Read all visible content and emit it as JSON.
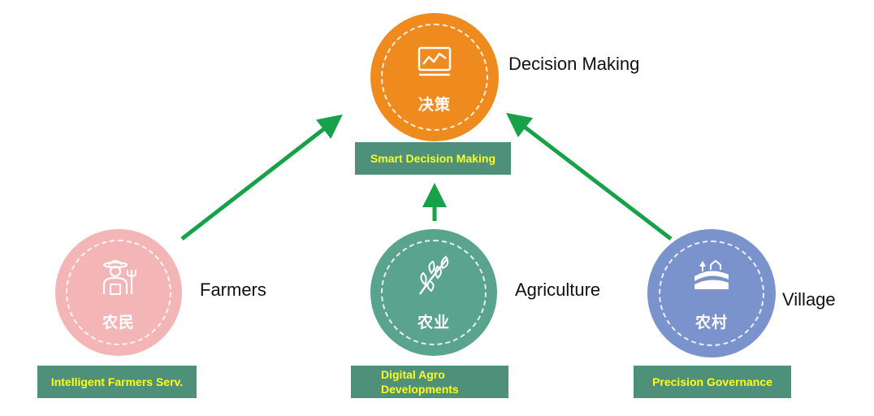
{
  "colors": {
    "decision": "#ef8a1e",
    "farmers": "#f4b5b7",
    "agriculture": "#5aa48d",
    "village": "#7b93cc",
    "arrow": "#17a24a",
    "box": "#4e9079",
    "box_text": "#ffff1a"
  },
  "nodes": {
    "decision": {
      "cn": "决策",
      "en": "Decision Making",
      "box": "Smart Decision Making",
      "icon": "chart-monitor-icon"
    },
    "farmers": {
      "cn": "农民",
      "en": "Farmers",
      "box": "Intelligent Farmers Serv.",
      "icon": "farmer-icon"
    },
    "agriculture": {
      "cn": "农业",
      "en": "Agriculture",
      "box_line1": "Digital Agro",
      "box_line2": "Developments",
      "icon": "wheat-sprout-icon"
    },
    "village": {
      "cn": "农村",
      "en": "Village",
      "box": "Precision Governance",
      "icon": "farmhouse-field-icon"
    }
  }
}
